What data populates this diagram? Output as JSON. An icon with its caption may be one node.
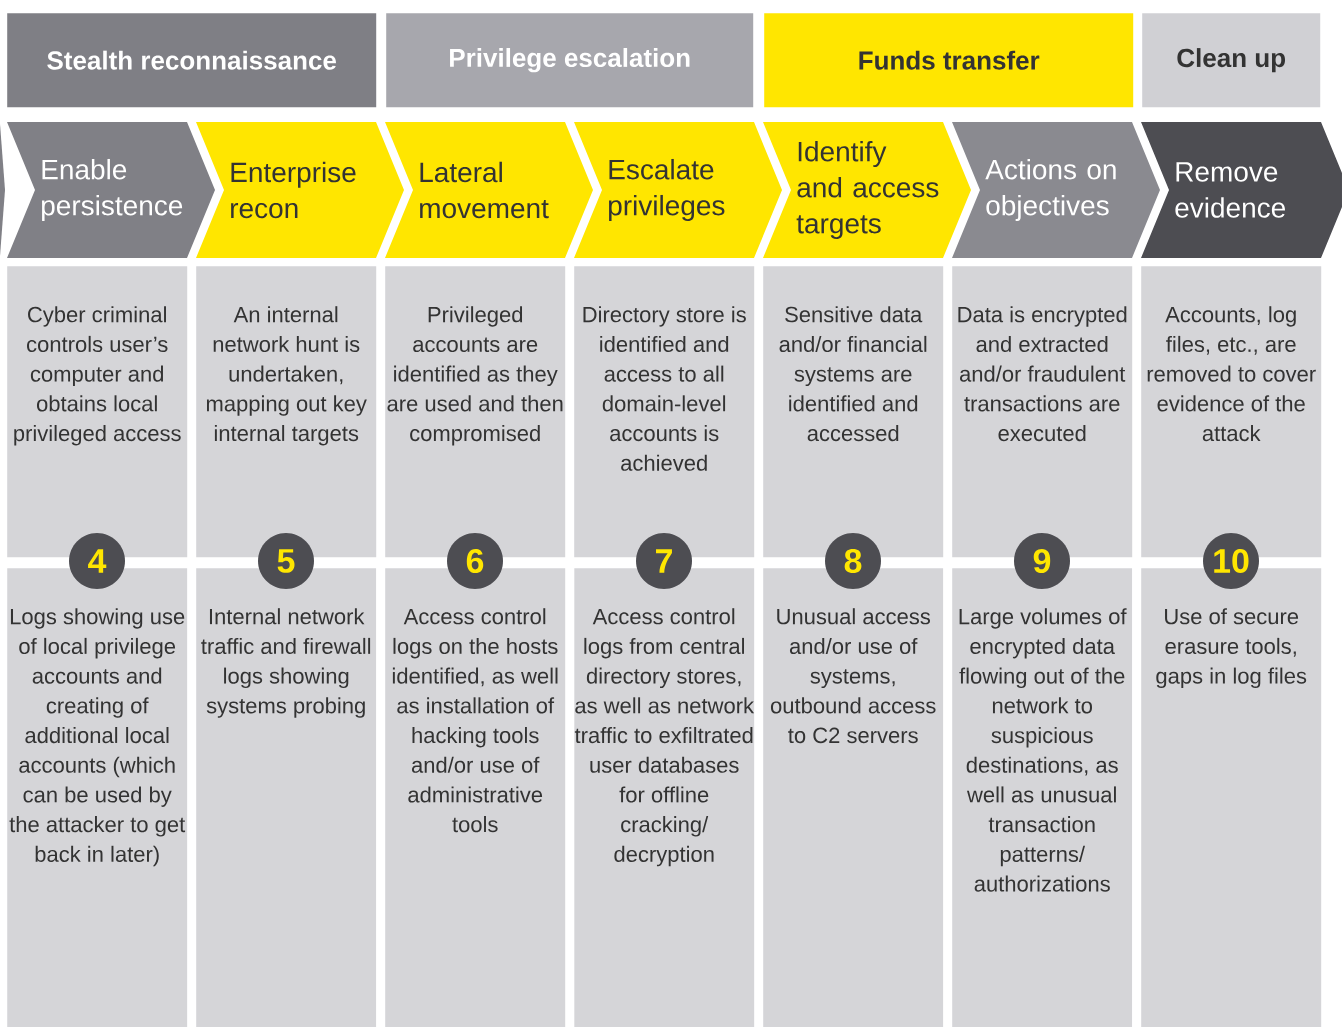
{
  "diagram": {
    "nodes": [
      {
        "text": [
          "Stealth reconnaissance"
        ]
      },
      {
        "text": [
          "Privilege escalation"
        ]
      },
      {
        "text": [
          "Funds transfer"
        ]
      },
      {
        "text": [
          "Clean up"
        ]
      },
      {
        "text": [],
        "shape": "chevron"
      },
      {
        "text": [
          "Enable persistence"
        ]
      },
      {
        "text": [
          "Enterprise recon"
        ]
      },
      {
        "text": [
          "Lateral movement"
        ]
      },
      {
        "text": [
          "Escalate privileges"
        ]
      },
      {
        "text": [
          "Identify and access targets"
        ]
      },
      {
        "text": [
          "Actions on objectives"
        ]
      },
      {
        "text": [
          "Remove evidence"
        ]
      },
      {
        "text": [
          "Cyber criminal controls user’s computer and obtains local privileged access"
        ]
      },
      {
        "text": [
          "An internal network hunt is undertaken, mapping out key internal targets"
        ]
      },
      {
        "text": [
          "Privileged accounts are identified as they are used and then compromised"
        ]
      },
      {
        "text": [
          "Directory store is identified and access to all domain-level accounts is achieved"
        ]
      },
      {
        "text": [
          "Sensitive data and/or financial systems are identified and accessed"
        ]
      },
      {
        "text": [
          "Data is encrypted and extracted and/or fraudulent transactions are executed"
        ]
      },
      {
        "text": [
          "Accounts, log files, etc., are removed to cover evidence of the attack"
        ]
      },
      {
        "text": [
          "4"
        ]
      },
      {
        "text": [
          "5"
        ]
      },
      {
        "text": [
          "6"
        ]
      },
      {
        "text": [
          "7"
        ]
      },
      {
        "text": [
          "8"
        ]
      },
      {
        "text": [
          "9"
        ]
      },
      {
        "text": [
          "10"
        ]
      },
      {
        "text": [
          "Logs showing use of local privilege accounts and creating of additional local accounts (which can be used by the attacker to get back in later)"
        ]
      },
      {
        "text": [
          "Internal network traffic and firewall logs showing systems probing"
        ]
      },
      {
        "text": [
          "Access control logs on the hosts identified, as well as installation of hacking tools and/or use of administrative tools"
        ]
      },
      {
        "text": [
          "Access control logs from central directory stores, as well as network traffic to exfiltrated user databases for offline cracking/ decryption"
        ]
      },
      {
        "text": [
          "Unusual access and/or use of systems, outbound access to C2 servers"
        ]
      },
      {
        "text": [
          "Large volumes of encrypted data flowing out of the network to suspicious destinations, as well as unusual transaction patterns/ authorizations"
        ]
      },
      {
        "text": [
          "Use of secure erasure tools, gaps in log files"
        ]
      }
    ]
  }
}
